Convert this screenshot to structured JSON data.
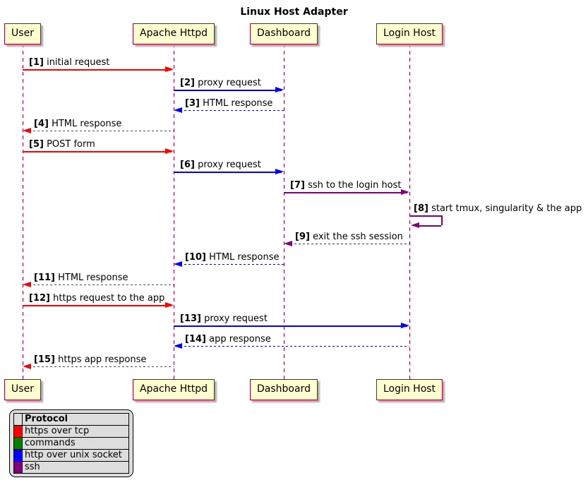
{
  "title": "Linux Host Adapter",
  "participants": [
    {
      "name": "User"
    },
    {
      "name": "Apache Httpd"
    },
    {
      "name": "Dashboard"
    },
    {
      "name": "Login Host"
    }
  ],
  "messages": [
    {
      "seq": "[1]",
      "text": "initial request",
      "from": 0,
      "to": 1,
      "style": "solid",
      "color": "#FF0000",
      "protocol": "https over tcp"
    },
    {
      "seq": "[2]",
      "text": "proxy request",
      "from": 1,
      "to": 2,
      "style": "solid",
      "color": "#0000FF",
      "protocol": "http over unix socket"
    },
    {
      "seq": "[3]",
      "text": "HTML response",
      "from": 2,
      "to": 1,
      "style": "dotted",
      "color": "#0000FF",
      "protocol": "http over unix socket"
    },
    {
      "seq": "[4]",
      "text": "HTML response",
      "from": 1,
      "to": 0,
      "style": "dotted",
      "color": "#FF0000",
      "protocol": "https over tcp"
    },
    {
      "seq": "[5]",
      "text": "POST form",
      "from": 0,
      "to": 1,
      "style": "solid",
      "color": "#FF0000",
      "protocol": "https over tcp"
    },
    {
      "seq": "[6]",
      "text": "proxy request",
      "from": 1,
      "to": 2,
      "style": "solid",
      "color": "#0000FF",
      "protocol": "http over unix socket"
    },
    {
      "seq": "[7]",
      "text": "ssh to the login host",
      "from": 2,
      "to": 3,
      "style": "solid",
      "color": "#800080",
      "protocol": "ssh"
    },
    {
      "seq": "[8]",
      "text": "start tmux, singularity & the app",
      "from": 3,
      "to": 3,
      "style": "solid",
      "color": "#800080",
      "protocol": "ssh"
    },
    {
      "seq": "[9]",
      "text": "exit the ssh session",
      "from": 3,
      "to": 2,
      "style": "dotted",
      "color": "#800080",
      "protocol": "ssh"
    },
    {
      "seq": "[10]",
      "text": "HTML response",
      "from": 2,
      "to": 1,
      "style": "dotted",
      "color": "#0000FF",
      "protocol": "http over unix socket"
    },
    {
      "seq": "[11]",
      "text": "HTML response",
      "from": 1,
      "to": 0,
      "style": "dotted",
      "color": "#FF0000",
      "protocol": "https over tcp"
    },
    {
      "seq": "[12]",
      "text": "https request to the app",
      "from": 0,
      "to": 1,
      "style": "solid",
      "color": "#FF0000",
      "protocol": "https over tcp"
    },
    {
      "seq": "[13]",
      "text": "proxy request",
      "from": 1,
      "to": 3,
      "style": "solid",
      "color": "#0000FF",
      "protocol": "http over unix socket"
    },
    {
      "seq": "[14]",
      "text": "app response",
      "from": 3,
      "to": 1,
      "style": "dotted",
      "color": "#0000FF",
      "protocol": "http over unix socket"
    },
    {
      "seq": "[15]",
      "text": "https app response",
      "from": 1,
      "to": 0,
      "style": "dotted",
      "color": "#FF0000",
      "protocol": "https over tcp"
    }
  ],
  "legend": {
    "title": "Protocol",
    "entries": [
      {
        "label": "https over tcp",
        "color": "#FF0000"
      },
      {
        "label": "commands",
        "color": "#008000"
      },
      {
        "label": "http over unix socket",
        "color": "#0000FF"
      },
      {
        "label": "ssh",
        "color": "#800080"
      }
    ]
  },
  "colors": {
    "lifeline": "#A80036",
    "participant_fill": "#FEFECE",
    "participant_border": "#A80036"
  }
}
